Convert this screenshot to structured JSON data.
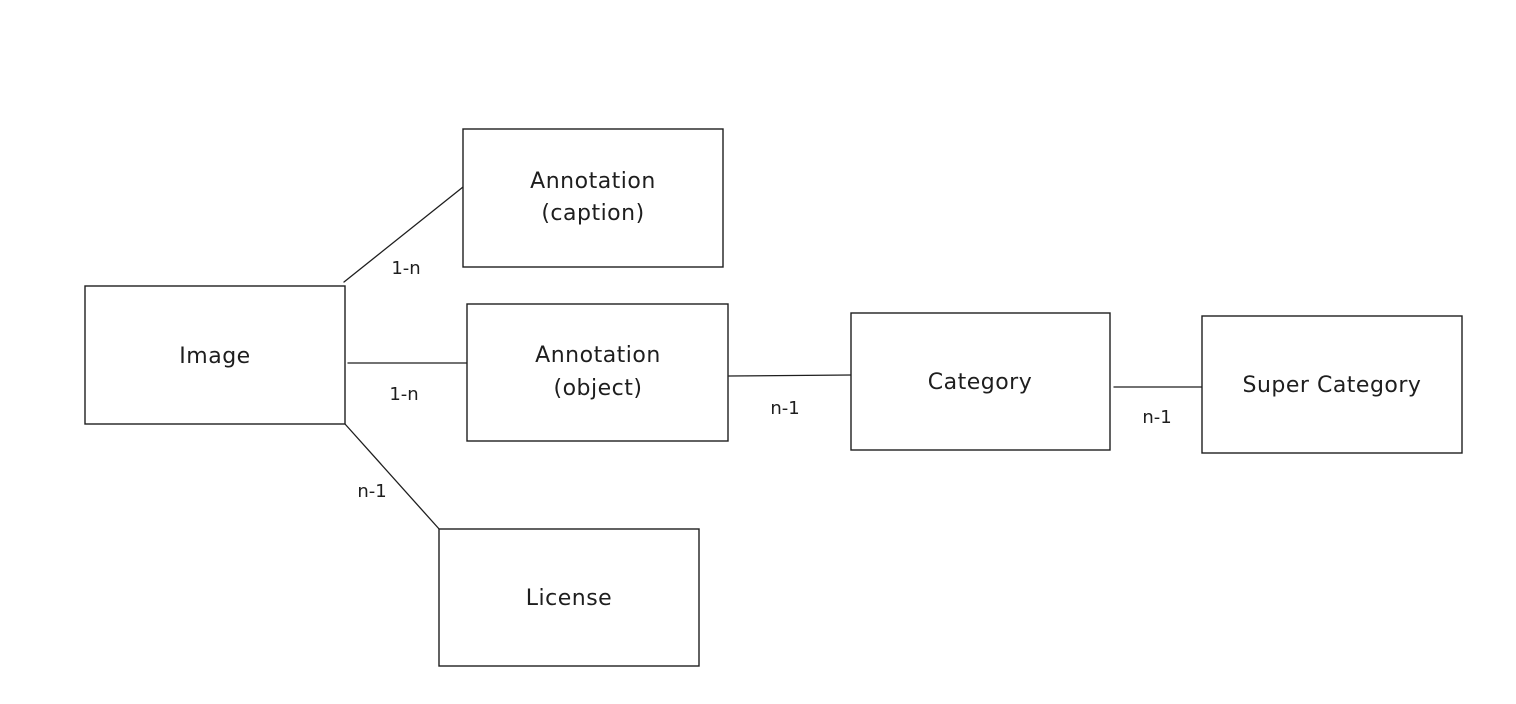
{
  "nodes": {
    "image": {
      "lines": [
        "Image"
      ]
    },
    "annotation_caption": {
      "lines": [
        "Annotation",
        "(caption)"
      ]
    },
    "annotation_object": {
      "lines": [
        "Annotation",
        "(object)"
      ]
    },
    "license": {
      "lines": [
        "License"
      ]
    },
    "category": {
      "lines": [
        "Category"
      ]
    },
    "super_category": {
      "lines": [
        "Super Category"
      ]
    }
  },
  "edges": {
    "image_to_caption": {
      "label": "1-n"
    },
    "image_to_object": {
      "label": "1-n"
    },
    "image_to_license": {
      "label": "n-1"
    },
    "object_to_category": {
      "label": "n-1"
    },
    "category_to_super": {
      "label": "n-1"
    }
  },
  "colors": {
    "stroke": "#1e1e1e",
    "background": "#ffffff"
  }
}
